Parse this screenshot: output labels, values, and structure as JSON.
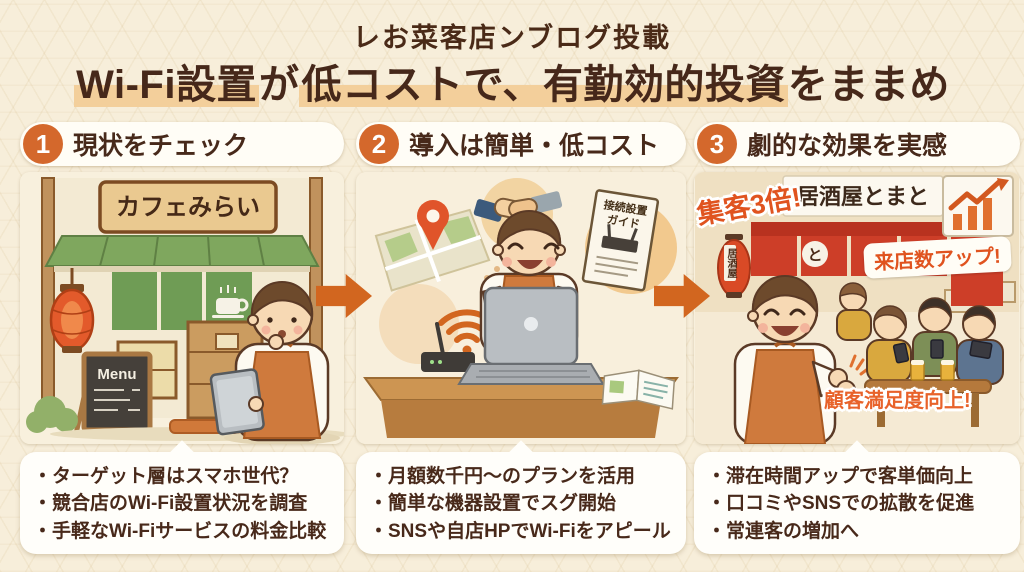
{
  "page": {
    "subtitle": "レお菜客店ンブログ投載",
    "title": {
      "part1": "Wi-Fi設置",
      "part2": "が",
      "part3": "低コストで、有勤効的投資",
      "part4": "をままめ"
    }
  },
  "colors": {
    "accent_orange": "#d4682c",
    "badge_orange": "#e0531f",
    "text_brown": "#46281a",
    "highlight": "#f3cf9b",
    "lantern_red": "#dd5426",
    "background_cream": "#f7eeda"
  },
  "sections": [
    {
      "number": "1",
      "heading": "現状をチェック",
      "scene": {
        "cafe_sign": "カフェみらい",
        "menu_title": "Menu"
      },
      "bullets": [
        "・ターゲット層はスマホ世代？",
        "・競合店のWi-Fi設置状況を調査",
        "・手軽なWi-Fiサービスの料金比較"
      ]
    },
    {
      "number": "2",
      "heading": "導入は簡単・低コスト",
      "scene": {
        "guide_line1": "接続設置",
        "guide_line2": "ガイド"
      },
      "bullets": [
        "・月額数千円～のプランを活用",
        "・簡単な機器設置でスグ開始",
        "・SNSや自店HPでWi-Fiをアピール"
      ]
    },
    {
      "number": "3",
      "heading": "劇的な効果を実感",
      "scene": {
        "badge_top": "集客3倍!",
        "shop_sign": "居酒屋とまと",
        "badge_mid": "来店数アップ!",
        "badge_bottom": "顧客満足度向上!",
        "lantern": "居酒屋",
        "crest": "と"
      },
      "bullets": [
        "・滞在時間アップで客単価向上",
        "・口コミやSNSでの拡散を促進",
        "・常連客の増加へ"
      ]
    }
  ]
}
